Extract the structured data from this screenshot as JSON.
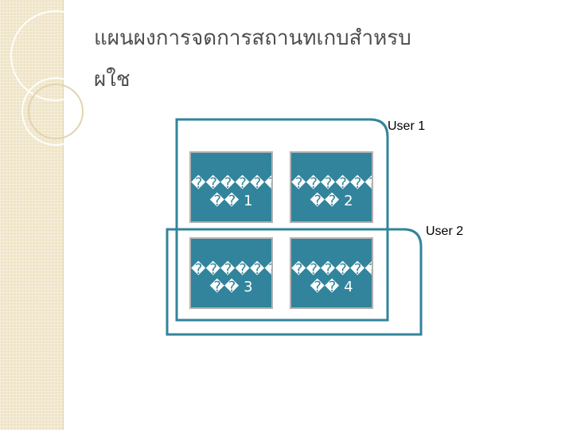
{
  "title": {
    "line1": "แผนผงการจดการสถานทเกบสำหรบ",
    "line2": "ผใช"
  },
  "users": [
    {
      "label": "User 1"
    },
    {
      "label": "User 2"
    }
  ],
  "boxes": [
    {
      "line1": "������",
      "line2": "�� 1"
    },
    {
      "line1": "������",
      "line2": "�� 2"
    },
    {
      "line1": "������",
      "line2": "�� 3"
    },
    {
      "line1": "������",
      "line2": "�� 4"
    }
  ],
  "colors": {
    "box_fill": "#31849b",
    "outline": "#31849b",
    "side_strip": "#efe4c6",
    "title_text": "#4d4d4d"
  }
}
